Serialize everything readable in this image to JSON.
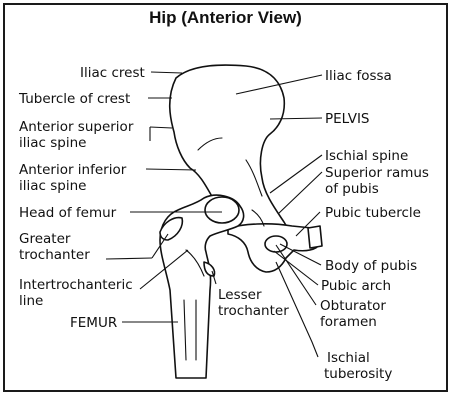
{
  "title": "Hip (Anterior View)",
  "labels": {
    "iliac_crest": "Iliac crest",
    "iliac_fossa": "Iliac fossa",
    "tubercle_of_crest": "Tubercle of crest",
    "pelvis": "PELVIS",
    "asis_1": "Anterior superior",
    "asis_2": "iliac spine",
    "ischial_spine": "Ischial spine",
    "aiis_1": "Anterior inferior",
    "aiis_2": "iliac spine",
    "superior_ramus_1": "Superior ramus",
    "superior_ramus_2": "of pubis",
    "head_of_femur": "Head of femur",
    "pubic_tubercle": "Pubic tubercle",
    "greater_trochanter_1": "Greater",
    "greater_trochanter_2": "trochanter",
    "body_of_pubis": "Body of pubis",
    "intertrochanteric_1": "Intertrochanteric",
    "intertrochanteric_2": "line",
    "pubic_arch": "Pubic arch",
    "lesser_trochanter_1": "Lesser",
    "lesser_trochanter_2": "trochanter",
    "obturator_foramen_1": "Obturator",
    "obturator_foramen_2": "foramen",
    "femur": "FEMUR",
    "ischial_tuberosity_1": "Ischial",
    "ischial_tuberosity_2": "tuberosity"
  }
}
